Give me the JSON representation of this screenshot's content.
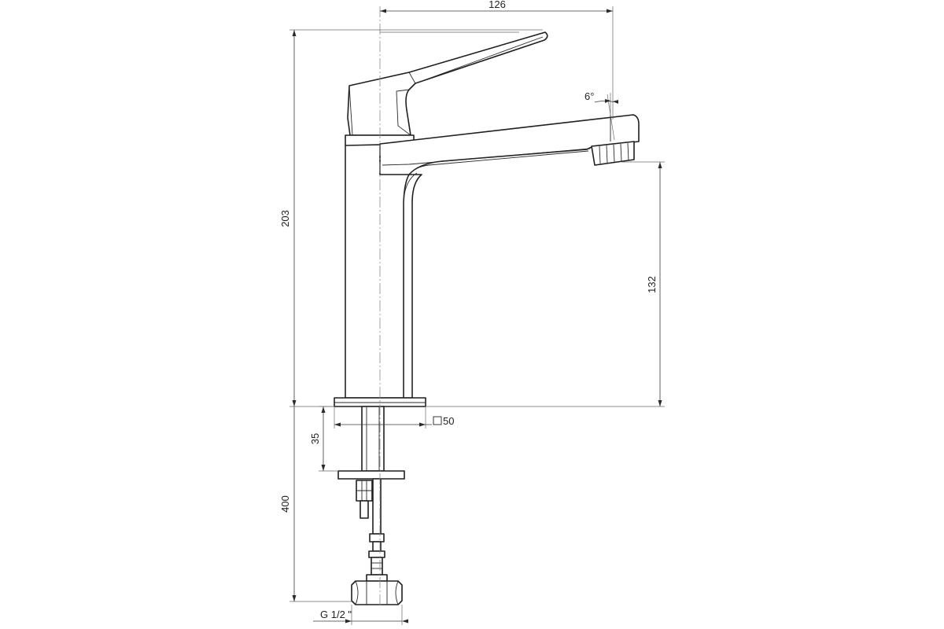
{
  "dimensions": {
    "top_width": "126",
    "total_height": "203",
    "spout_height": "132",
    "base_square": "50",
    "mounting_depth": "35",
    "hose_length": "400",
    "spout_angle": "6°",
    "thread": "G 1/2 \""
  }
}
